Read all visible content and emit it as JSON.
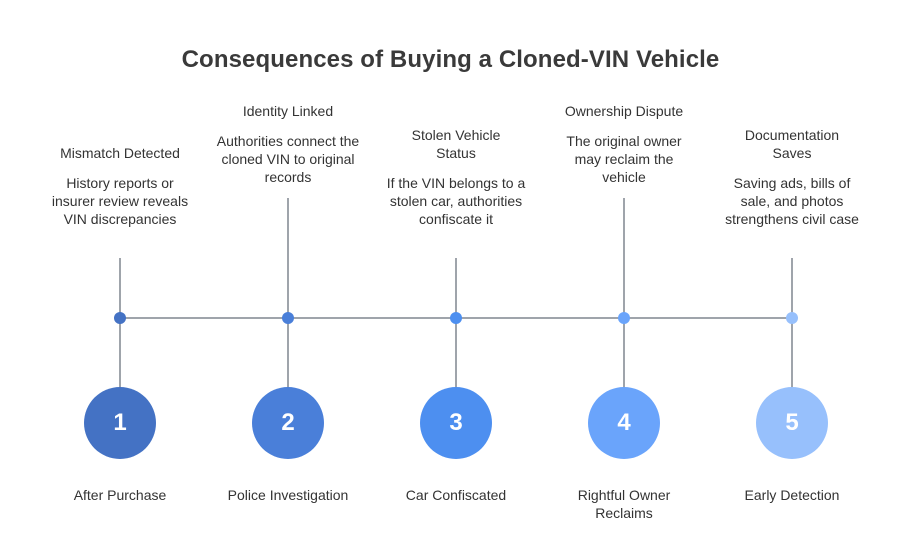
{
  "title": "Consequences of Buying a Cloned-VIN Vehicle",
  "steps": [
    {
      "number": "1",
      "event_title": "Mismatch Detected",
      "event_desc": "History reports or insurer review reveals VIN discrepancies",
      "phase": "After Purchase",
      "color": "#4472c4"
    },
    {
      "number": "2",
      "event_title": "Identity Linked",
      "event_desc": "Authorities connect the cloned VIN to original records",
      "phase": "Police Investigation",
      "color": "#4a7fd9"
    },
    {
      "number": "3",
      "event_title": "Stolen Vehicle Status",
      "event_desc": "If the VIN belongs to a stolen car, authorities confiscate it",
      "phase": "Car Confiscated",
      "color": "#4d8ff0"
    },
    {
      "number": "4",
      "event_title": "Ownership Dispute",
      "event_desc": "The original owner may reclaim the vehicle",
      "phase": "Rightful Owner Reclaims",
      "color": "#6aa4fb"
    },
    {
      "number": "5",
      "event_title": "Documentation Saves",
      "event_desc": "Saving ads, bills of sale, and photos strengthens civil case",
      "phase": "Early Detection",
      "color": "#97c0fc"
    }
  ]
}
